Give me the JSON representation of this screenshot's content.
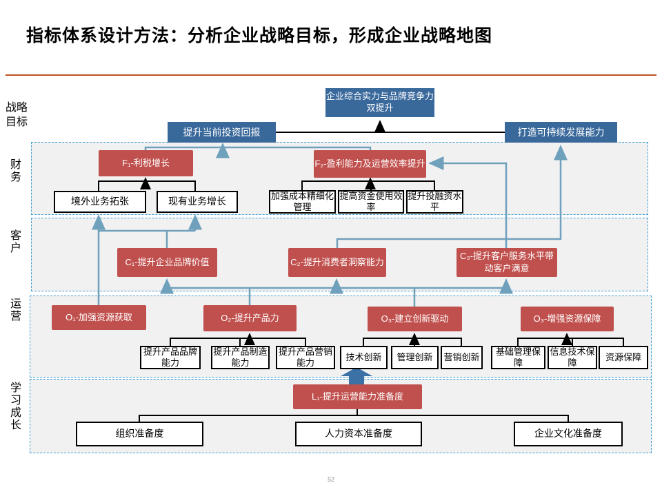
{
  "slide": {
    "title": "指标体系设计方法：分析企业战略目标，形成企业战略地图",
    "page_number": "52"
  },
  "row_labels": {
    "strategy_goal": "战略目标",
    "finance": "财务",
    "customer": "客户",
    "operations": "运营",
    "learning": "学习成长"
  },
  "strategy": {
    "top": "企业综合实力与品牌竞争力双提升",
    "left": "提升当前投资回报",
    "right": "打造可持续发展能力"
  },
  "finance": {
    "f1": "F₁-利税增长",
    "f2": "F₂-盈利能力及运营效率提升",
    "items": [
      "境外业务拓张",
      "现有业务增长",
      "加强成本精细化管理",
      "提高资金使用效率",
      "提升投融资水平"
    ]
  },
  "customer": {
    "c1": "C₁-提升企业品牌价值",
    "c2": "C₂-提升消费者洞察能力",
    "c3": "C₃-提升客户服务水平带动客户满意"
  },
  "operations": {
    "o1": "O₁-加强资源获取",
    "o2": "O₂-提升产品力",
    "o3a": "O₃-建立创新驱动",
    "o3b": "O₃-增强资源保障",
    "o2_items": [
      "提升产品品牌能力",
      "提升产品制造能力",
      "提升产品营销能力"
    ],
    "o3a_items": [
      "技术创新",
      "管理创新",
      "营销创新"
    ],
    "o3b_items": [
      "基础管理保障",
      "信息技术保障",
      "资源保障"
    ]
  },
  "learning": {
    "l1": "L₁-提升运营能力准备度",
    "items": [
      "组织准备度",
      "人力资本准备度",
      "企业文化准备度"
    ]
  },
  "colors": {
    "red_box": "#C0504D",
    "blue_box": "#39689B",
    "connector_blue": "#6FA0BC",
    "section_border_blue": "#3E9CD4",
    "divider_orange": "#C0501F"
  }
}
